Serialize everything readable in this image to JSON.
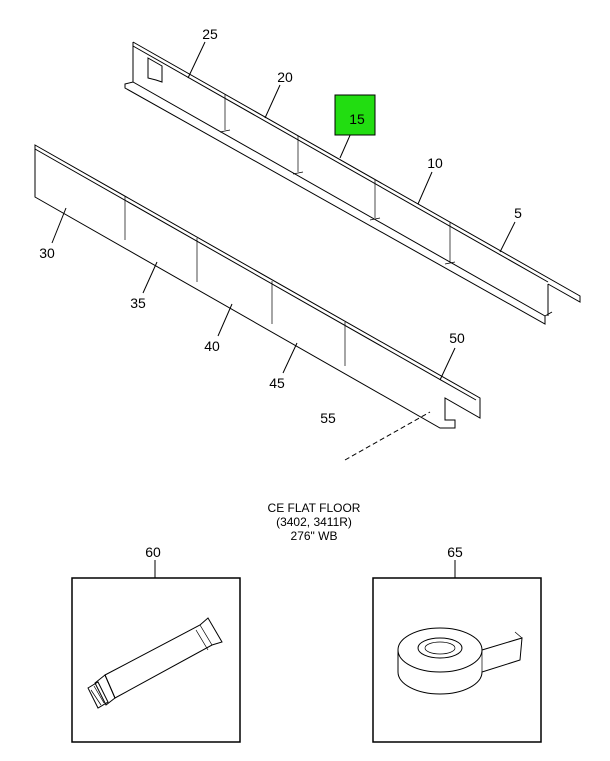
{
  "callouts": {
    "c5": "5",
    "c10": "10",
    "c15": "15",
    "c20": "20",
    "c25": "25",
    "c30": "30",
    "c35": "35",
    "c40": "40",
    "c45": "45",
    "c50": "50",
    "c55": "55",
    "c60": "60",
    "c65": "65"
  },
  "caption": {
    "line1": "CE FLAT FLOOR",
    "line2": "(3402, 3411R)",
    "line3": "276\" WB"
  },
  "colors": {
    "highlight": "#22dd11"
  }
}
